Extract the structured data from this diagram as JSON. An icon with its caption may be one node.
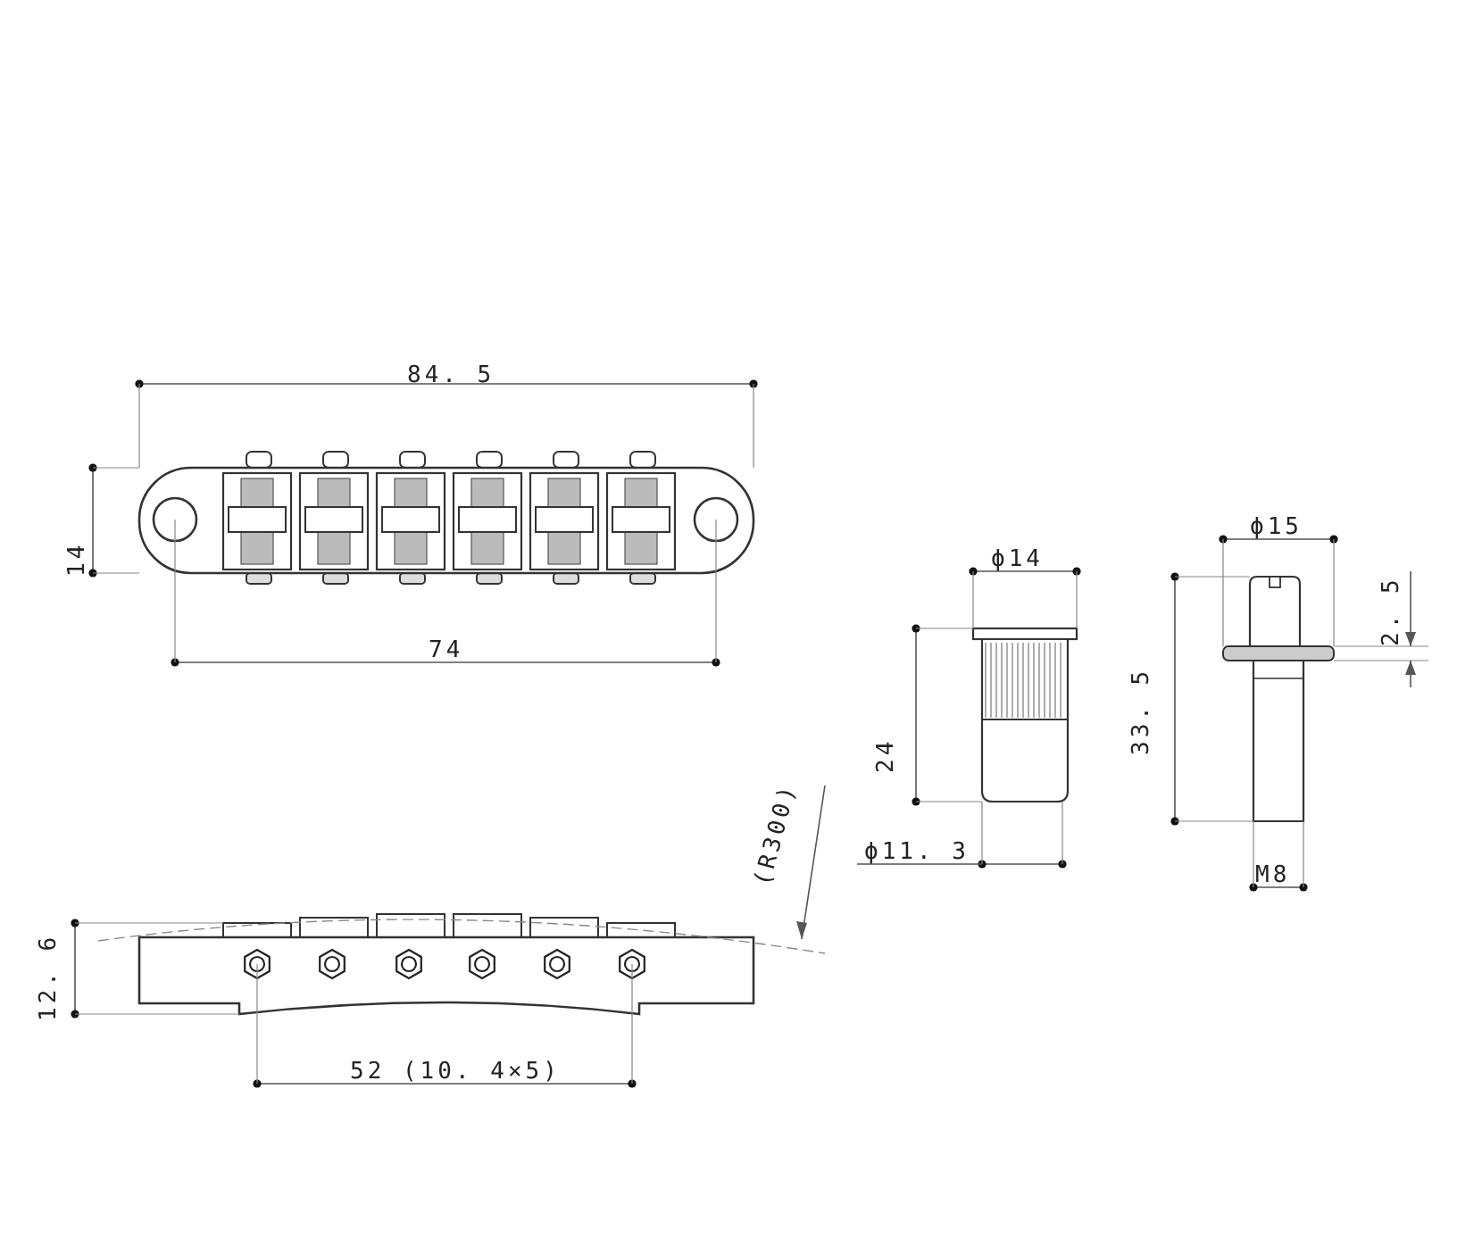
{
  "diagram": {
    "labels": [
      "84. 5",
      "14",
      "ϕ15",
      "ϕ14",
      "2. 5",
      "74",
      "33. 5",
      "24",
      "(R300)",
      "ϕ11. 3",
      "M8",
      "12. 6",
      "52 (10. 4×5)"
    ]
  }
}
